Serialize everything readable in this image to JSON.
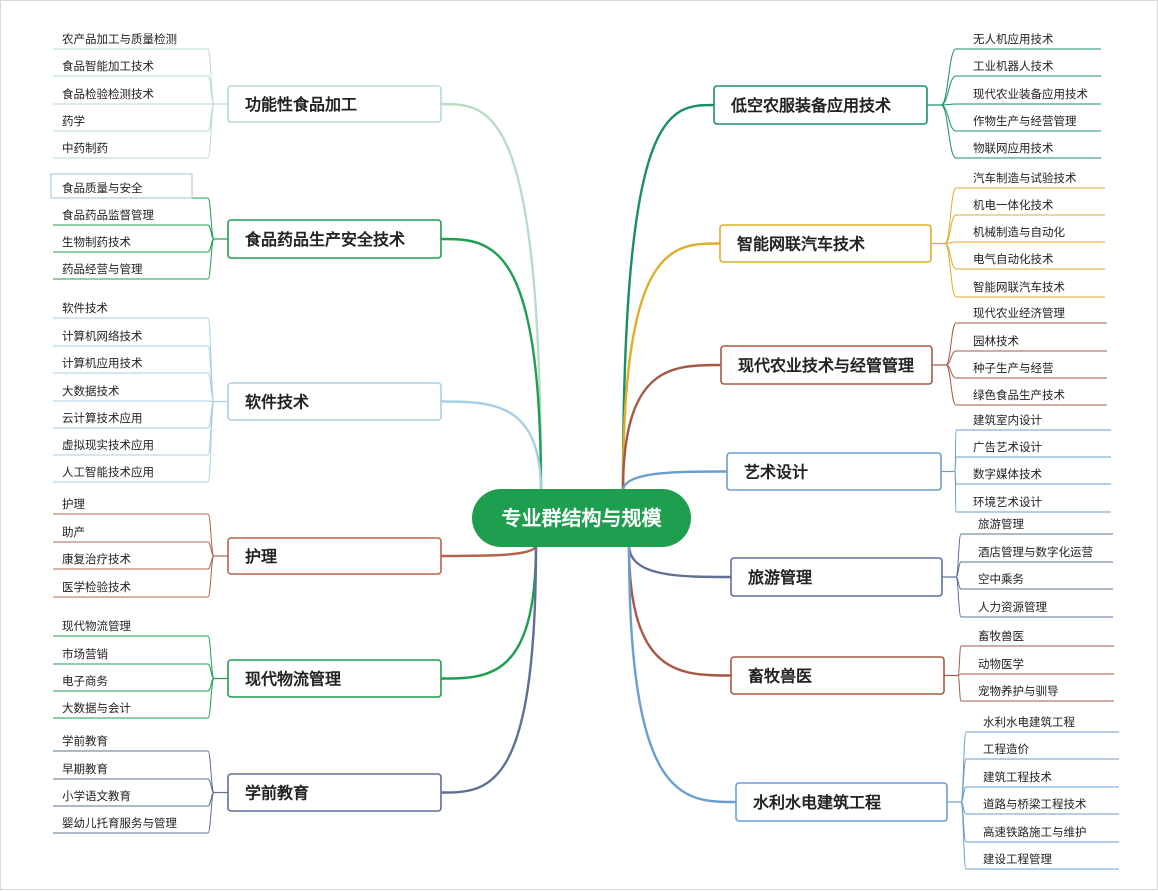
{
  "central_topic": "专业群结构与规模",
  "colors": {
    "central": "#1e9e4f",
    "light_green": "#b9dcc5",
    "green": "#1e9e4f",
    "light_blue": "#a9cfe2",
    "rust": "#b4644a",
    "slate": "#5f6f96",
    "teal": "#1a8f63",
    "gold": "#dcae2c",
    "brown": "#a55a45",
    "blue": "#6a9ed0"
  },
  "left_branches": [
    {
      "label": "功能性食品加工",
      "color": "light_green",
      "children": [
        "农产品加工与质量检测",
        "食品智能加工技术",
        "食品检验检测技术",
        "药学",
        "中药制药"
      ]
    },
    {
      "label": "食品药品生产安全技术",
      "color": "green",
      "children": [
        "食品质量与安全",
        "食品药品监督管理",
        "生物制药技术",
        "药品经营与管理"
      ]
    },
    {
      "label": "软件技术",
      "color": "light_blue",
      "children": [
        "软件技术",
        "计算机网络技术",
        "计算机应用技术",
        "大数据技术",
        "云计算技术应用",
        "虚拟现实技术应用",
        "人工智能技术应用"
      ]
    },
    {
      "label": "护理",
      "color": "rust",
      "children": [
        "护理",
        "助产",
        "康复治疗技术",
        "医学检验技术"
      ]
    },
    {
      "label": "现代物流管理",
      "color": "green",
      "children": [
        "现代物流管理",
        "市场营销",
        "电子商务",
        "大数据与会计"
      ]
    },
    {
      "label": "学前教育",
      "color": "slate",
      "children": [
        "学前教育",
        "早期教育",
        "小学语文教育",
        "婴幼儿托育服务与管理"
      ]
    }
  ],
  "right_branches": [
    {
      "label": "低空农服装备应用技术",
      "color": "teal",
      "children": [
        "无人机应用技术",
        "工业机器人技术",
        "现代农业装备应用技术",
        "作物生产与经营管理",
        "物联网应用技术"
      ]
    },
    {
      "label": "智能网联汽车技术",
      "color": "gold",
      "children": [
        "汽车制造与试验技术",
        "机电一体化技术",
        "机械制造与自动化",
        "电气自动化技术",
        "智能网联汽车技术"
      ]
    },
    {
      "label": "现代农业技术与经管管理",
      "color": "brown",
      "children": [
        "现代农业经济管理",
        "园林技术",
        "种子生产与经营",
        "绿色食品生产技术"
      ]
    },
    {
      "label": "艺术设计",
      "color": "blue",
      "children": [
        "建筑室内设计",
        "广告艺术设计",
        "数字媒体技术",
        "环境艺术设计"
      ]
    },
    {
      "label": "旅游管理",
      "color": "slate",
      "children": [
        "旅游管理",
        "酒店管理与数字化运营",
        "空中乘务",
        "人力资源管理"
      ]
    },
    {
      "label": "畜牧兽医",
      "color": "brown",
      "children": [
        "畜牧兽医",
        "动物医学",
        "宠物养护与驯导"
      ]
    },
    {
      "label": "水利水电建筑工程",
      "color": "blue",
      "children": [
        "水利水电建筑工程",
        "工程造价",
        "建筑工程技术",
        "道路与桥梁工程技术",
        "高速铁路施工与维护",
        "建设工程管理"
      ]
    }
  ]
}
